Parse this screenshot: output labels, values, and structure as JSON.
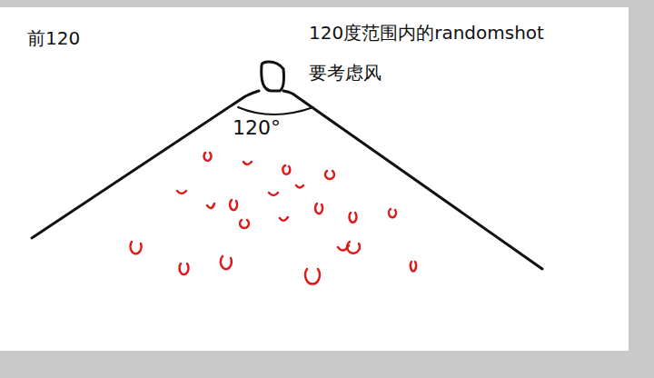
{
  "diagram": {
    "labels": [
      "前120",
      "120度范围内的randomshot",
      "要考虑风",
      "120°"
    ]
  }
}
